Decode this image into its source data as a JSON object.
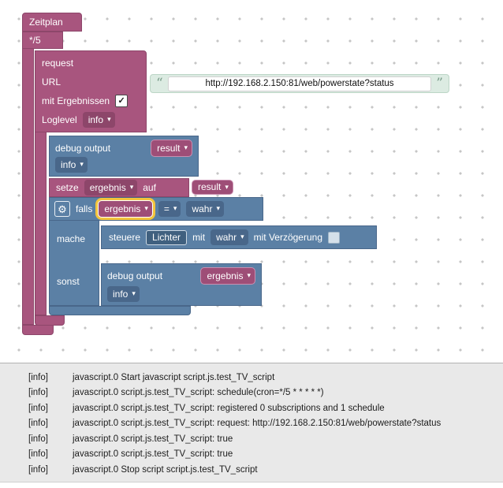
{
  "icons": {
    "dropdown_arrow": "▾",
    "gear": "⚙",
    "check": "✓",
    "open_quote": "“",
    "close_quote": "”"
  },
  "colors": {
    "block_magenta": "#a8557e",
    "block_blue": "#5b80a5",
    "string_block_bg": "#dcebe2",
    "selection_highlight": "#f3c43d",
    "log_bg": "#e9e9e9"
  },
  "blocks": {
    "schedule": {
      "title": "Zeitplan",
      "cron": "*/5"
    },
    "request": {
      "title": "request",
      "url_label": "URL",
      "url_value": "http://192.168.2.150:81/web/powerstate?status",
      "results_label": "mit Ergebnissen",
      "loglevel_label": "Loglevel",
      "loglevel_value": "info"
    },
    "debug_top": {
      "label": "debug output",
      "value": "result",
      "level": "info"
    },
    "set_var": {
      "keyword": "setze",
      "variable": "ergebnis",
      "preposition": "auf",
      "value": "result"
    },
    "if_block": {
      "keyword": "falls",
      "do_label": "mache",
      "else_label": "sonst",
      "condition_left": "ergebnis",
      "operator": "=",
      "condition_right": "wahr"
    },
    "control": {
      "keyword": "steuere",
      "target": "Lichter",
      "with_label": "mit",
      "value": "wahr",
      "delay_label": "mit Verzögerung"
    },
    "debug_else": {
      "label": "debug output",
      "value": "ergebnis",
      "level": "info"
    }
  },
  "log": {
    "rows": [
      {
        "tag": "[info]",
        "msg": "javascript.0 Start javascript script.js.test_TV_script"
      },
      {
        "tag": "[info]",
        "msg": "javascript.0 script.js.test_TV_script: schedule(cron=*/5 * * * * *)"
      },
      {
        "tag": "[info]",
        "msg": "javascript.0 script.js.test_TV_script: registered 0 subscriptions and 1 schedule"
      },
      {
        "tag": "[info]",
        "msg": "javascript.0 script.js.test_TV_script: request: http://192.168.2.150:81/web/powerstate?status"
      },
      {
        "tag": "[info]",
        "msg": "javascript.0 script.js.test_TV_script: true"
      },
      {
        "tag": "[info]",
        "msg": "javascript.0 script.js.test_TV_script: true"
      },
      {
        "tag": "[info]",
        "msg": "javascript.0 Stop script script.js.test_TV_script"
      }
    ]
  }
}
